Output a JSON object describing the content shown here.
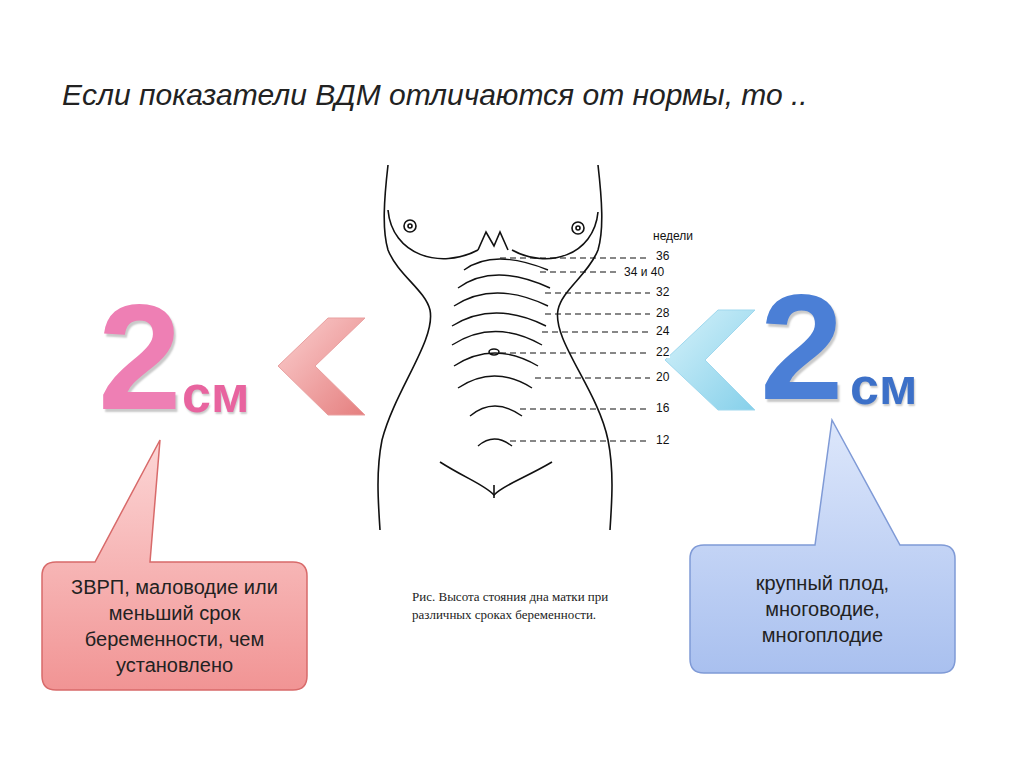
{
  "diagram": {
    "title": "Если показатели ВДМ отличаются от нормы, то ..",
    "caption": "Рис. Высота стояния дна матки при различных сроках беременности.",
    "nodes": [
      {
        "text": [
          "ЗВРП, маловодие или меньший срок беременности, чем установлено"
        ]
      },
      {
        "text": [
          "крупный плод, многоводие, многоплодие"
        ]
      }
    ],
    "labels": [
      "2",
      "см",
      "2",
      "см",
      "недели",
      "36",
      "34 и 40",
      "32",
      "28",
      "24",
      "22",
      "20",
      "16",
      "12"
    ]
  }
}
